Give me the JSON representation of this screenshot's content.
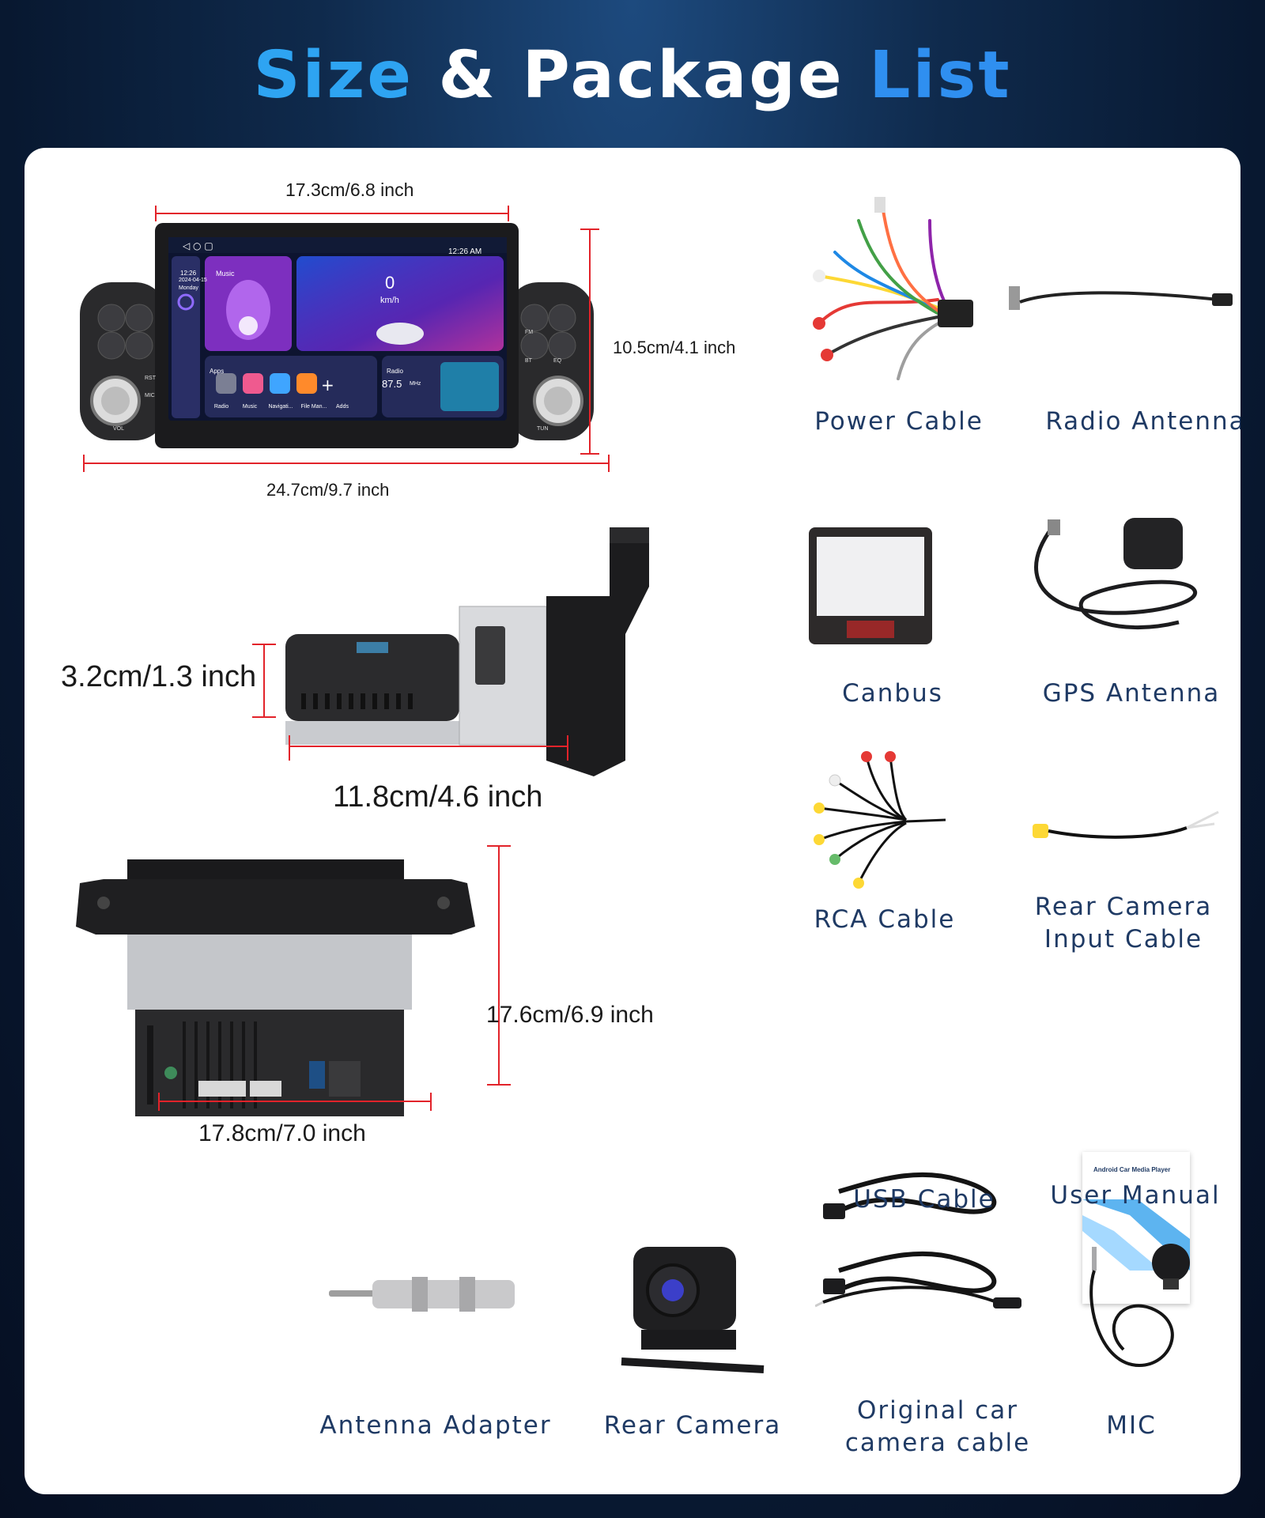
{
  "title": {
    "part1": "Size",
    "part2": "&",
    "part3": "Package",
    "part4": "List"
  },
  "dimensions": {
    "top_width": "17.3cm/6.8 inch",
    "height": "10.5cm/4.1 inch",
    "bottom_width": "24.7cm/9.7 inch",
    "side_height": "3.2cm/1.3 inch",
    "depth": "11.8cm/4.6 inch",
    "back_height": "17.6cm/6.9 inch",
    "back_width": "17.8cm/7.0 inch"
  },
  "screen": {
    "time": "12:26 AM",
    "clock_small": "12:26",
    "date": "2024-04-15",
    "weekday": "Monday",
    "music_label": "Music",
    "speed": "0",
    "speed_unit": "km/h",
    "apps_label": "Apps",
    "radio_label": "Radio",
    "radio_freq": "87.5",
    "radio_unit": "MHz",
    "apps": [
      "Radio",
      "Music",
      "Navigati...",
      "File Man...",
      "Adds"
    ],
    "left_buttons": [
      "RST",
      "MIC",
      "VOL"
    ],
    "right_buttons": [
      "FM",
      "BT",
      "EQ",
      "TUN"
    ]
  },
  "manual_title": "Android Car Media Player",
  "packages": [
    {
      "id": "power-cable",
      "label": "Power Cable"
    },
    {
      "id": "radio-antenna",
      "label": "Radio Antenna"
    },
    {
      "id": "canbus",
      "label": "Canbus"
    },
    {
      "id": "gps-antenna",
      "label": "GPS Antenna"
    },
    {
      "id": "rca-cable",
      "label": "RCA Cable"
    },
    {
      "id": "rear-camera-input-cable",
      "label": "Rear Camera",
      "label2": "Input Cable"
    },
    {
      "id": "usb-cable",
      "label": "USB Cable"
    },
    {
      "id": "user-manual",
      "label": "User Manual"
    },
    {
      "id": "antenna-adapter",
      "label": "Antenna Adapter"
    },
    {
      "id": "rear-camera",
      "label": "Rear Camera"
    },
    {
      "id": "original-car-camera-cable",
      "label": "Original car",
      "label2": "camera cable"
    },
    {
      "id": "mic",
      "label": "MIC"
    }
  ]
}
